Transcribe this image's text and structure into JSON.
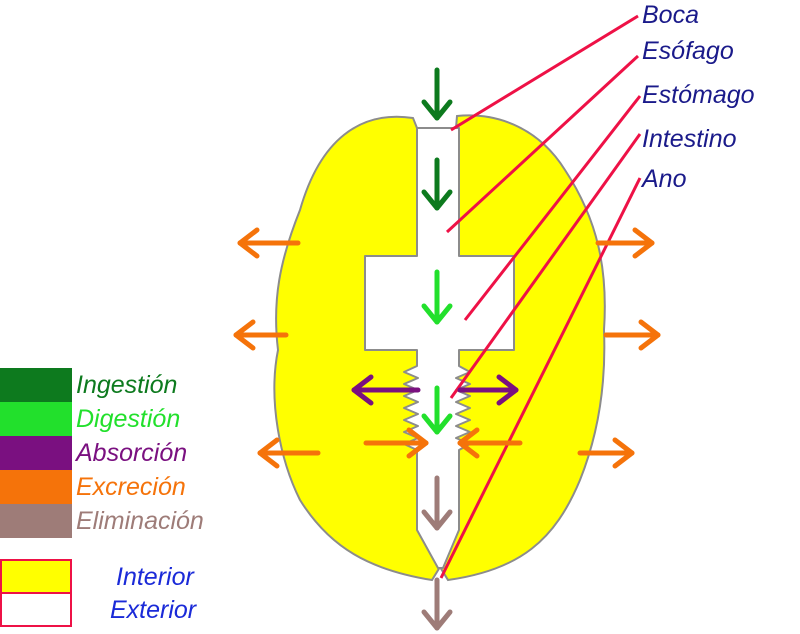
{
  "organs": [
    {
      "id": "boca",
      "label": "Boca"
    },
    {
      "id": "esofago",
      "label": "Esófago"
    },
    {
      "id": "estomago",
      "label": "Estómago"
    },
    {
      "id": "intestino",
      "label": "Intestino"
    },
    {
      "id": "ano",
      "label": "Ano"
    }
  ],
  "processes": [
    {
      "id": "ingestion",
      "label": "Ingestión",
      "color": "#0d7a1e"
    },
    {
      "id": "digestion",
      "label": "Digestión",
      "color": "#22e02c"
    },
    {
      "id": "absorcion",
      "label": "Absorción",
      "color": "#7a1080"
    },
    {
      "id": "excrecion",
      "label": "Excreción",
      "color": "#f5730a"
    },
    {
      "id": "eliminacion",
      "label": "Eliminación",
      "color": "#9e7c78"
    }
  ],
  "regions": [
    {
      "id": "interior",
      "label": "Interior",
      "color": "#ffff00"
    },
    {
      "id": "exterior",
      "label": "Exterior",
      "color": "#ffffff"
    }
  ],
  "colors": {
    "body_fill": "#ffff00",
    "body_outline": "#8c8c8c",
    "pointer_lines": "#ee1146",
    "organ_text": "#1a1a8a",
    "region_text": "#1a2ad8"
  }
}
